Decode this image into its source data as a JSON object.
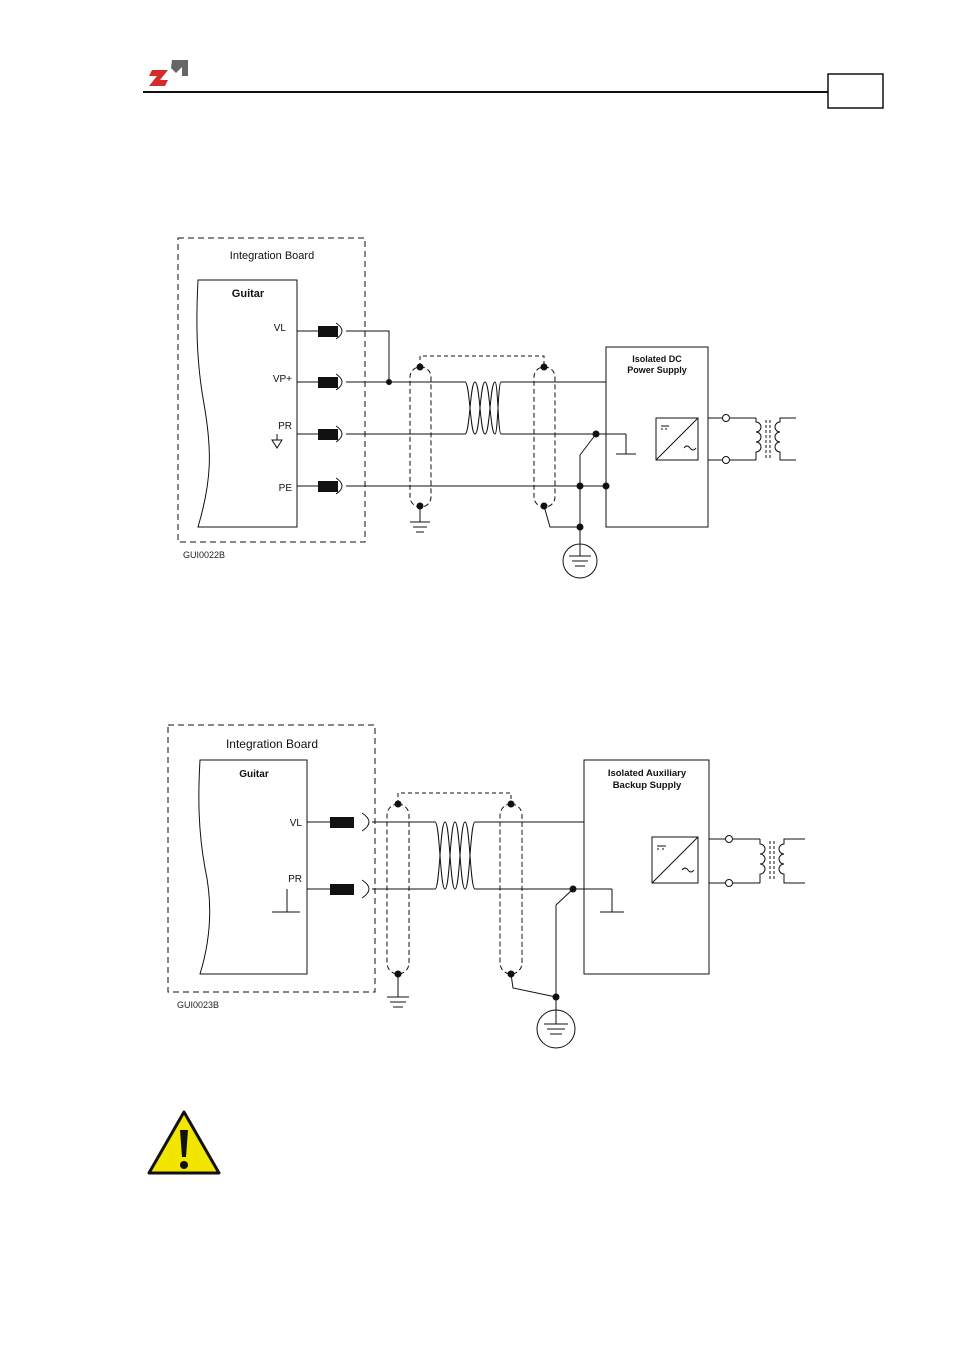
{
  "header": {
    "logo_colors": {
      "red": "#d42b2b",
      "gray": "#666666"
    },
    "page_box_text": ""
  },
  "diagram1": {
    "outer_box_title": "Integration Board",
    "inner_box_title": "Guitar",
    "pins": [
      "VL",
      "VP+",
      "PR",
      "PE"
    ],
    "supply_title_line1": "Isolated DC",
    "supply_title_line2": "Power Supply",
    "figure_code": "GUI0022B"
  },
  "diagram2": {
    "outer_box_title": "Integration Board",
    "inner_box_title": "Guitar",
    "pins": [
      "VL",
      "PR"
    ],
    "supply_title_line1": "Isolated Auxiliary",
    "supply_title_line2": "Backup Supply",
    "figure_code": "GUI0023B"
  },
  "warning": {
    "icon": "warning-triangle-icon",
    "color": "#f2e600"
  }
}
